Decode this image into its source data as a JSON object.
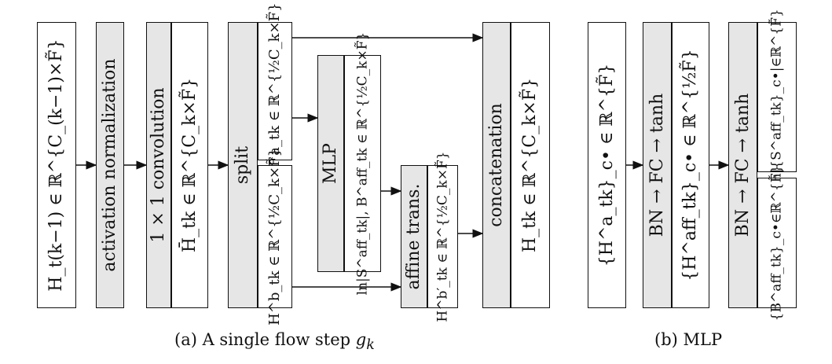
{
  "flow_step": {
    "input_label": "H_t(k−1) ∈ ℝ^{C_(k−1)×F̃}",
    "actnorm_label": "activation normalization",
    "conv_label": "1 × 1 convolution",
    "conv_out_label": "H̄_tk ∈ ℝ^{C_k×F̃}",
    "split_label": "split",
    "ha_label": "H^a_tk ∈ ℝ^{½C_k×F̃}",
    "hb_label": "H^b_tk ∈ ℝ^{½C_k×F̃}",
    "mlp_label": "MLP",
    "mlp_out_label": "ln|S^aff_tk|, B^aff_tk ∈ ℝ^{½C_k×F̃}",
    "affine_label": "affine trans.",
    "affine_out_label": "H^b′_tk ∈ ℝ^{½C_k×F̃}",
    "concat_label": "concatenation",
    "output_label": "H_tk ∈ ℝ^{C_k×F̃}"
  },
  "mlp": {
    "input_label": "{H^a_tk}_c• ∈ ℝ^{F̃}",
    "layer1_label": "BN → FC → tanh",
    "hidden_label": "{H^aff_tk}_c• ∈ ℝ^{½F̃}",
    "layer2_label": "BN → FC → tanh",
    "out_s_label": "ln|{S^aff_tk}_c•|∈ℝ^{F̃}",
    "out_b_label": "{B^aff_tk}_c•∈ℝ^{F̃}"
  },
  "captions": {
    "a_prefix": "(a) A single flow step ",
    "a_symbol": "g",
    "a_sub": "k",
    "b": "(b) MLP"
  }
}
